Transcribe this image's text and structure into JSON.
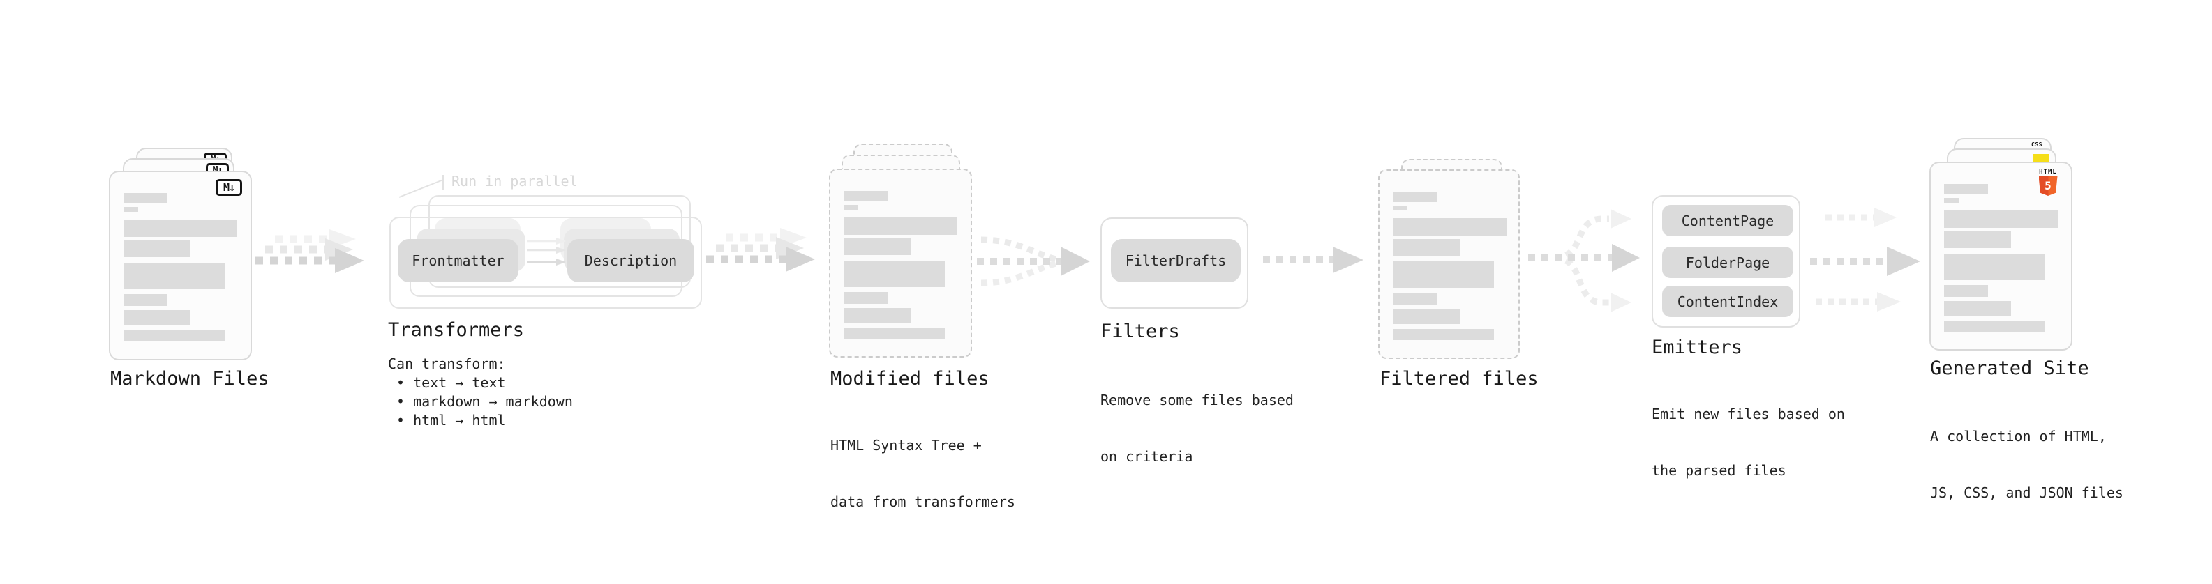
{
  "stages": {
    "markdown": {
      "title": "Markdown Files"
    },
    "transformers": {
      "title": "Transformers",
      "annotation": "Run in parallel",
      "pill_left": "Frontmatter",
      "pill_right": "Description",
      "desc_intro": "Can transform:",
      "bullets": {
        "b1": "• text → text",
        "b2": "• markdown → markdown",
        "b3": "• html → html"
      }
    },
    "modified": {
      "title": "Modified files",
      "desc_line1": "HTML Syntax Tree +",
      "desc_line2": "data from transformers"
    },
    "filters": {
      "title": "Filters",
      "pill": "FilterDrafts",
      "desc_line1": "Remove some files based",
      "desc_line2": "on criteria"
    },
    "filtered": {
      "title": "Filtered files"
    },
    "emitters": {
      "title": "Emitters",
      "pill1": "ContentPage",
      "pill2": "FolderPage",
      "pill3": "ContentIndex",
      "desc_line1": "Emit new files based on",
      "desc_line2": "the parsed files"
    },
    "generated": {
      "title": "Generated Site",
      "desc_line1": "A collection of HTML,",
      "desc_line2": "JS, CSS, and JSON files"
    }
  },
  "icons": {
    "markdown_badge": "M↓",
    "html5_word": "HTML",
    "html5_digit": "5",
    "css_word": "CSS"
  },
  "colors": {
    "title_text": "#1a1a1a",
    "body_text": "#222222",
    "annotation_text": "#d8d8d8",
    "pill_fill": "#dbdbdb",
    "bar_fill": "#dcdcdc",
    "card_border": "#d9d9d9",
    "dashed_border": "#cbcbcb",
    "box_border": "#e4e4e4",
    "arrow_dark": "#d5d5d5",
    "arrow_mid": "#e7e7e7",
    "arrow_light": "#f2f2f2",
    "js_yellow": "#f5de19",
    "css_blue": "#2965f1",
    "html5_orange": "#e44d26"
  }
}
